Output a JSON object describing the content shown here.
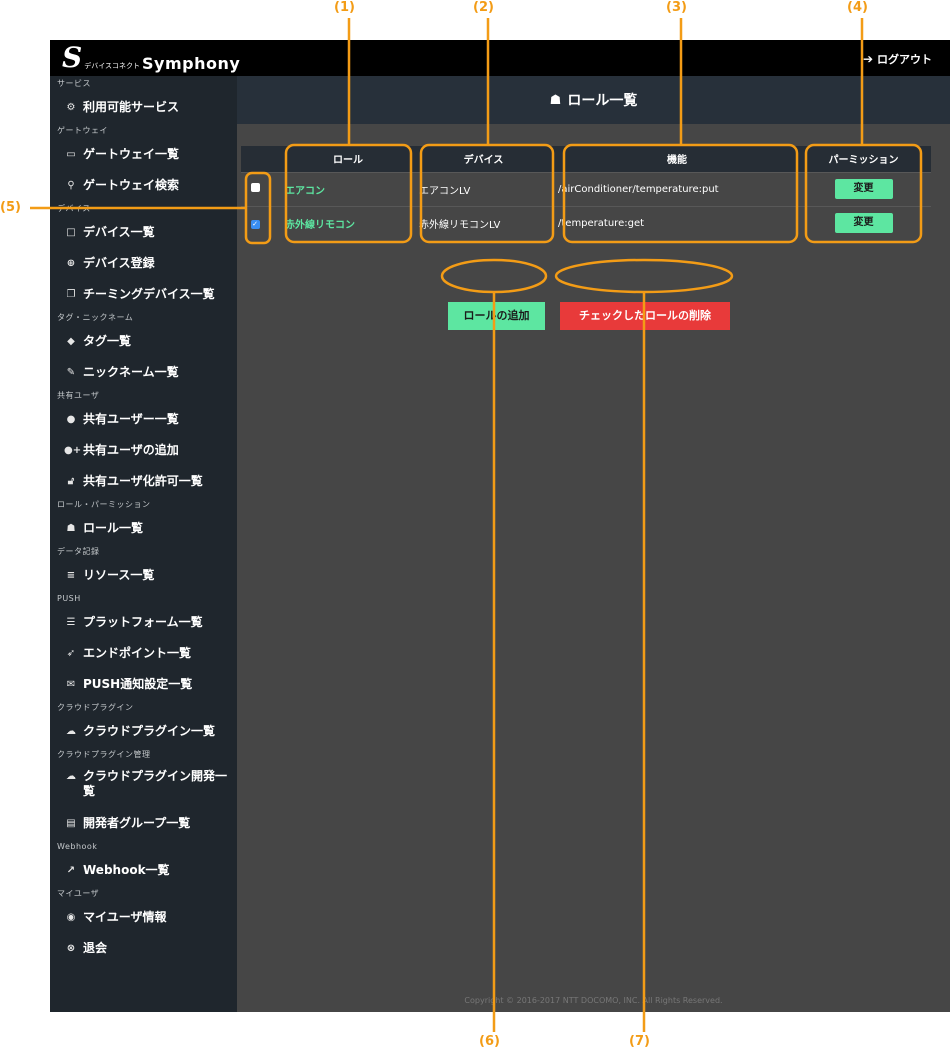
{
  "app": {
    "logo_mark": "S",
    "logo_sub": "デバイスコネクト",
    "logo_name": "Symphony",
    "logout_label": "ログアウト"
  },
  "sidebar": {
    "sections": [
      {
        "title": "サービス",
        "items": [
          {
            "label": "利用可能サービス",
            "icon": "gears-icon"
          }
        ]
      },
      {
        "title": "ゲートウェイ",
        "items": [
          {
            "label": "ゲートウェイ一覧",
            "icon": "hdd-icon"
          },
          {
            "label": "ゲートウェイ検索",
            "icon": "search-icon"
          }
        ]
      },
      {
        "title": "デバイス",
        "items": [
          {
            "label": "デバイス一覧",
            "icon": "square-icon"
          },
          {
            "label": "デバイス登録",
            "icon": "plus-circle-icon"
          },
          {
            "label": "チーミングデバイス一覧",
            "icon": "clone-icon"
          }
        ]
      },
      {
        "title": "タグ・ニックネーム",
        "items": [
          {
            "label": "タグ一覧",
            "icon": "tags-icon"
          },
          {
            "label": "ニックネーム一覧",
            "icon": "pencil-icon"
          }
        ]
      },
      {
        "title": "共有ユーザ",
        "items": [
          {
            "label": "共有ユーザー一覧",
            "icon": "user-icon"
          },
          {
            "label": "共有ユーザの追加",
            "icon": "user-plus-icon"
          },
          {
            "label": "共有ユーザ化許可一覧",
            "icon": "unlock-icon"
          }
        ]
      },
      {
        "title": "ロール・パーミッション",
        "items": [
          {
            "label": "ロール一覧",
            "icon": "users-icon"
          }
        ]
      },
      {
        "title": "データ記録",
        "items": [
          {
            "label": "リソース一覧",
            "icon": "database-icon"
          }
        ]
      },
      {
        "title": "PUSH",
        "items": [
          {
            "label": "プラットフォーム一覧",
            "icon": "server-icon"
          },
          {
            "label": "エンドポイント一覧",
            "icon": "paper-plane-icon"
          },
          {
            "label": "PUSH通知設定一覧",
            "icon": "envelope-icon"
          }
        ]
      },
      {
        "title": "クラウドプラグイン",
        "items": [
          {
            "label": "クラウドプラグイン一覧",
            "icon": "cloud-icon"
          }
        ]
      },
      {
        "title": "クラウドプラグイン管理",
        "items": [
          {
            "label": "クラウドプラグイン開発一覧",
            "icon": "cloud-upload-icon"
          },
          {
            "label": "開発者グループ一覧",
            "icon": "id-card-icon"
          }
        ]
      },
      {
        "title": "Webhook",
        "items": [
          {
            "label": "Webhook一覧",
            "icon": "external-link-icon"
          }
        ]
      },
      {
        "title": "マイユーザ",
        "items": [
          {
            "label": "マイユーザ情報",
            "icon": "user-circle-icon"
          },
          {
            "label": "退会",
            "icon": "times-circle-icon"
          }
        ]
      }
    ]
  },
  "page": {
    "title": "ロール一覧",
    "icon": "users-icon"
  },
  "table": {
    "headers": {
      "role": "ロール",
      "device": "デバイス",
      "function": "機能",
      "permission": "パーミッション"
    },
    "rows": [
      {
        "checked": false,
        "role": "エアコン",
        "device": "エアコンLV",
        "function": "/airConditioner/temperature:put",
        "change_label": "変更"
      },
      {
        "checked": true,
        "role": "赤外線リモコン",
        "device": "赤外線リモコンLV",
        "function": "/temperature:get",
        "change_label": "変更"
      }
    ]
  },
  "actions": {
    "add_label": "ロールの追加",
    "delete_label": "チェックしたロールの削除"
  },
  "footer": {
    "copyright": "Copyright © 2016-2017 NTT DOCOMO, INC. All Rights Reserved."
  },
  "callouts": {
    "c1": "(1)",
    "c2": "(2)",
    "c3": "(3)",
    "c4": "(4)",
    "c5": "(5)",
    "c6": "(6)",
    "c7": "(7)"
  },
  "colors": {
    "accent_green": "#5de6a1",
    "danger_red": "#e83a3a",
    "callout_orange": "#f39c16",
    "sidebar_bg": "#1f262d",
    "content_bg": "#464646"
  }
}
